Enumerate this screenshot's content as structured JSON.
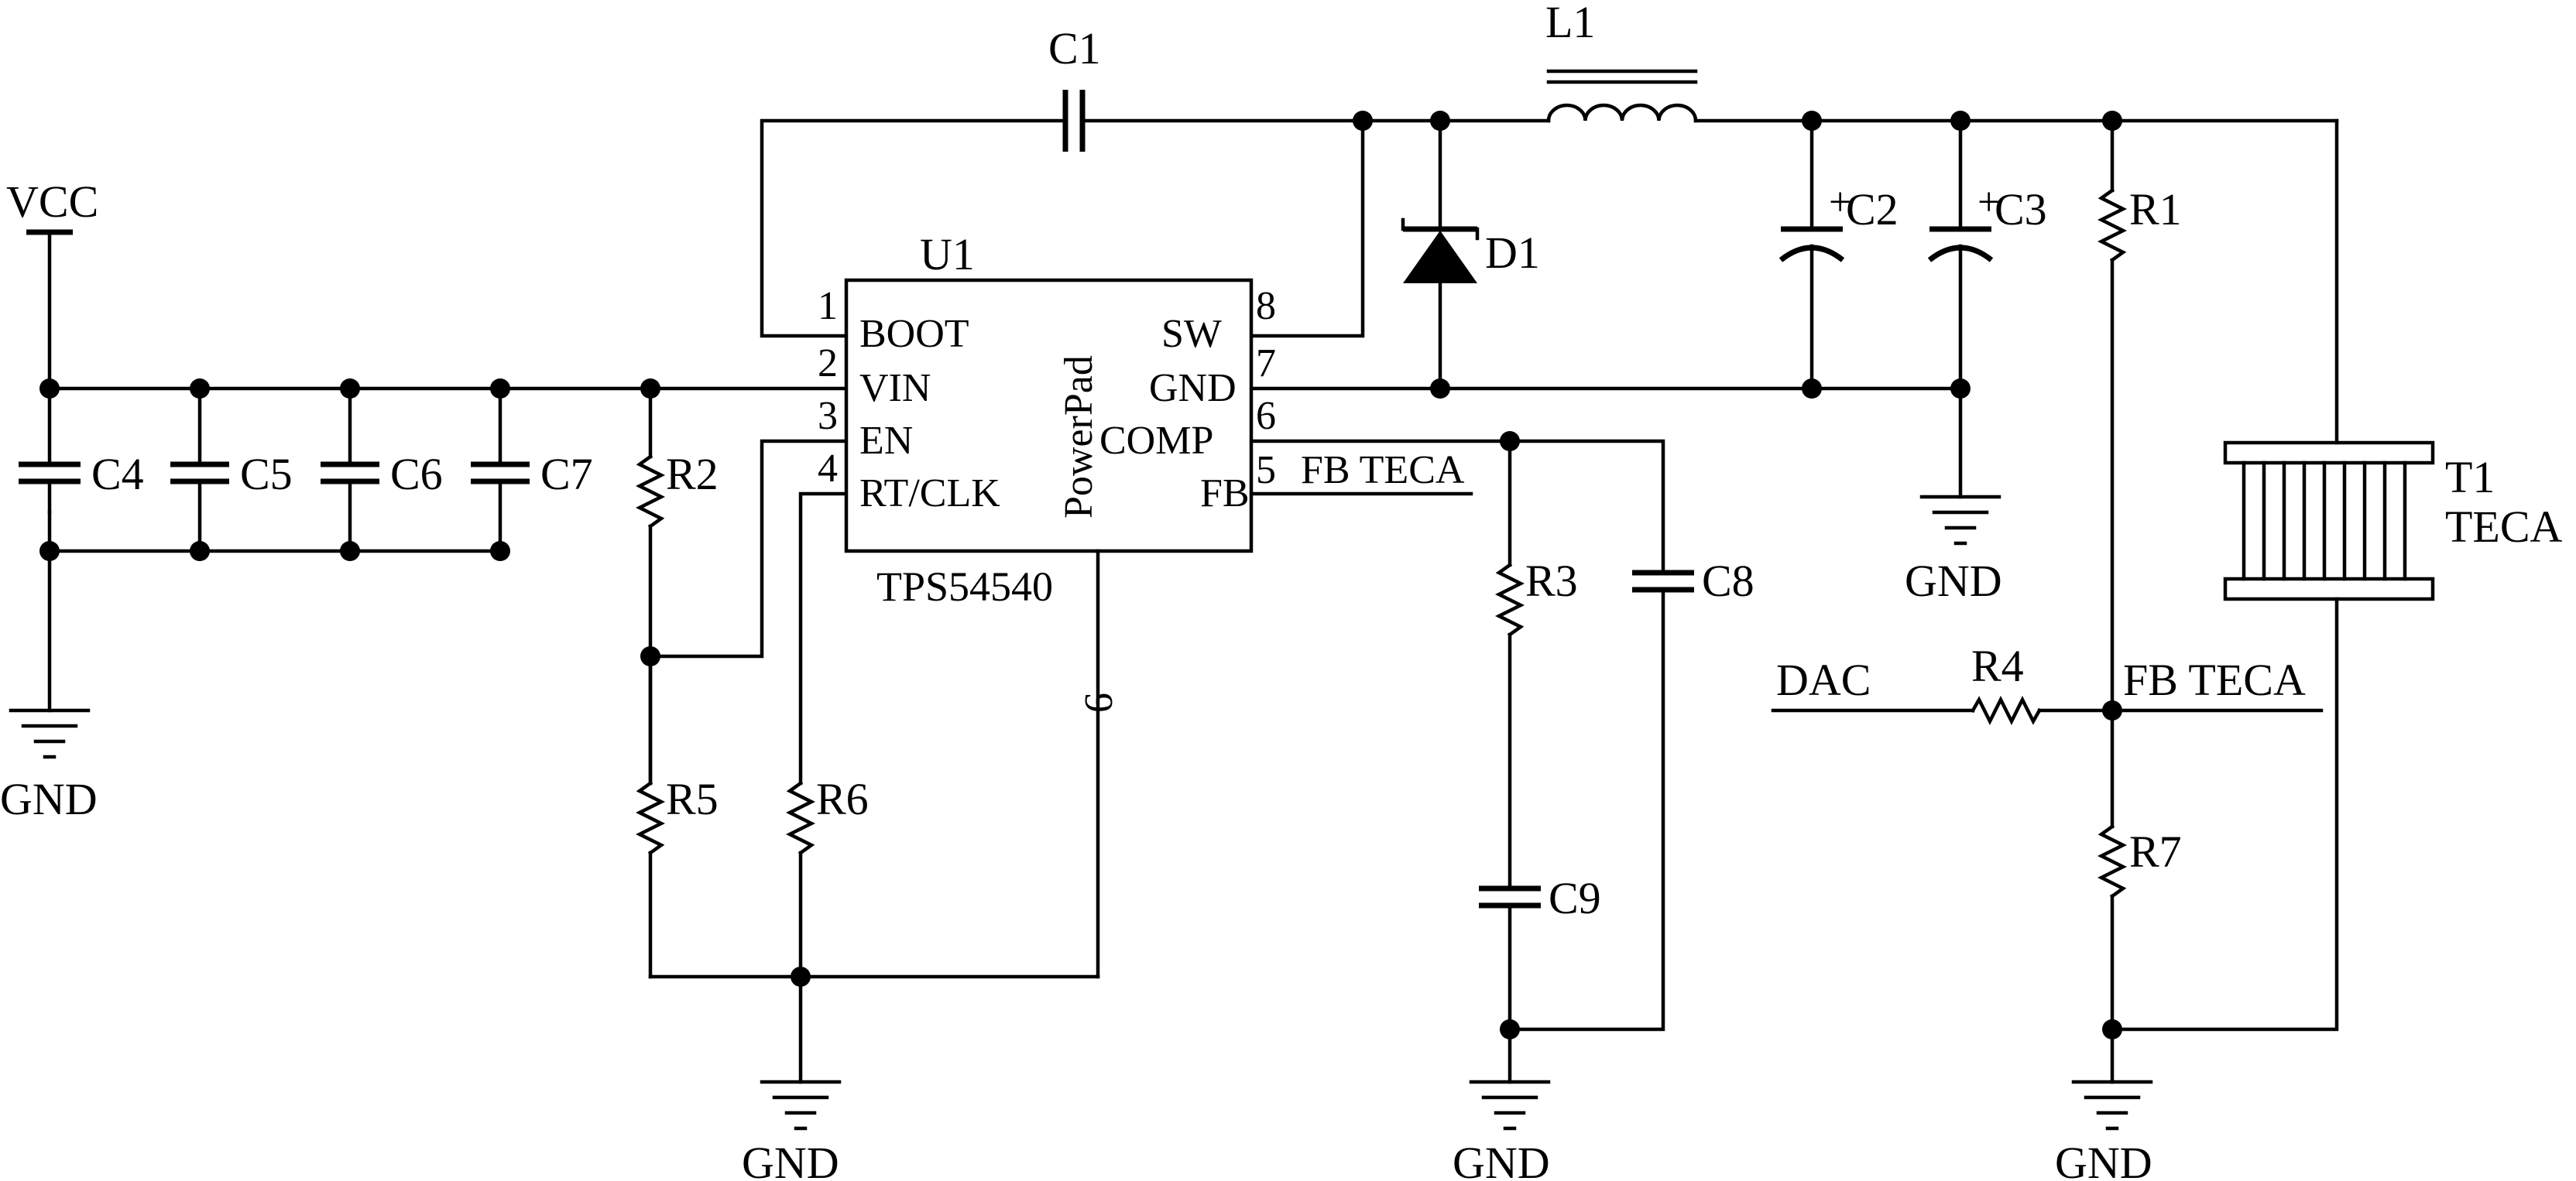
{
  "components": {
    "vcc": "VCC",
    "c1": "C1",
    "c2": "C2",
    "c3": "C3",
    "c4": "C4",
    "c5": "C5",
    "c6": "C6",
    "c7": "C7",
    "c8": "C8",
    "c9": "C9",
    "l1": "L1",
    "d1": "D1",
    "r1": "R1",
    "r2": "R2",
    "r3": "R3",
    "r4": "R4",
    "r5": "R5",
    "r6": "R6",
    "r7": "R7",
    "t1": "T1",
    "t1_sub": "TECA",
    "plus": "+"
  },
  "ic": {
    "ref": "U1",
    "part": "TPS54540",
    "pad": "PowerPad",
    "pins": [
      {
        "num": "1",
        "name": "BOOT"
      },
      {
        "num": "2",
        "name": "VIN"
      },
      {
        "num": "3",
        "name": "EN"
      },
      {
        "num": "4",
        "name": "RT/CLK"
      },
      {
        "num": "8",
        "name": "SW"
      },
      {
        "num": "7",
        "name": "GND"
      },
      {
        "num": "6",
        "name": "COMP"
      },
      {
        "num": "5",
        "name": "FB"
      },
      {
        "num": "9",
        "name": ""
      }
    ]
  },
  "nets": {
    "gnd": "GND",
    "fb_teca": "FB TECA",
    "dac": "DAC"
  }
}
